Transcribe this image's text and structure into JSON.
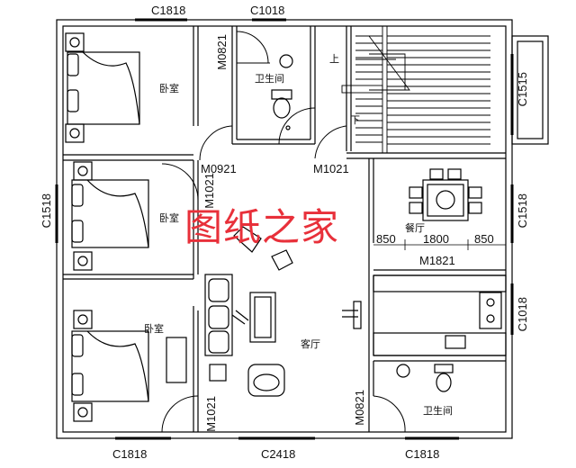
{
  "watermark": "图纸之家",
  "rooms": {
    "bedroom_top": "卧室",
    "bedroom_mid": "卧室",
    "bedroom_bottom": "卧室",
    "bathroom_top": "卫生间",
    "bathroom_bottom": "卫生间",
    "dining": "餐厅",
    "living": "客厅"
  },
  "stairs": {
    "up": "上",
    "down": "下"
  },
  "windows": {
    "top_left": "C1818",
    "top_middle": "C1018",
    "right_stair": "C1515",
    "right_dining": "C1518",
    "right_kitchen": "C1018",
    "left_middle": "C1518",
    "bottom_left": "C1818",
    "bottom_middle": "C2418",
    "bottom_right": "C1818"
  },
  "doors": {
    "bath_top": "M0821",
    "bedroom_top": "M0921",
    "bedroom_mid": "M1021",
    "stair_hall": "M1021",
    "kitchen": "M1821",
    "bedroom_bottom": "M1021",
    "bath_bottom": "M0821"
  },
  "dimensions": {
    "left": "850",
    "center": "1800",
    "right": "850"
  }
}
